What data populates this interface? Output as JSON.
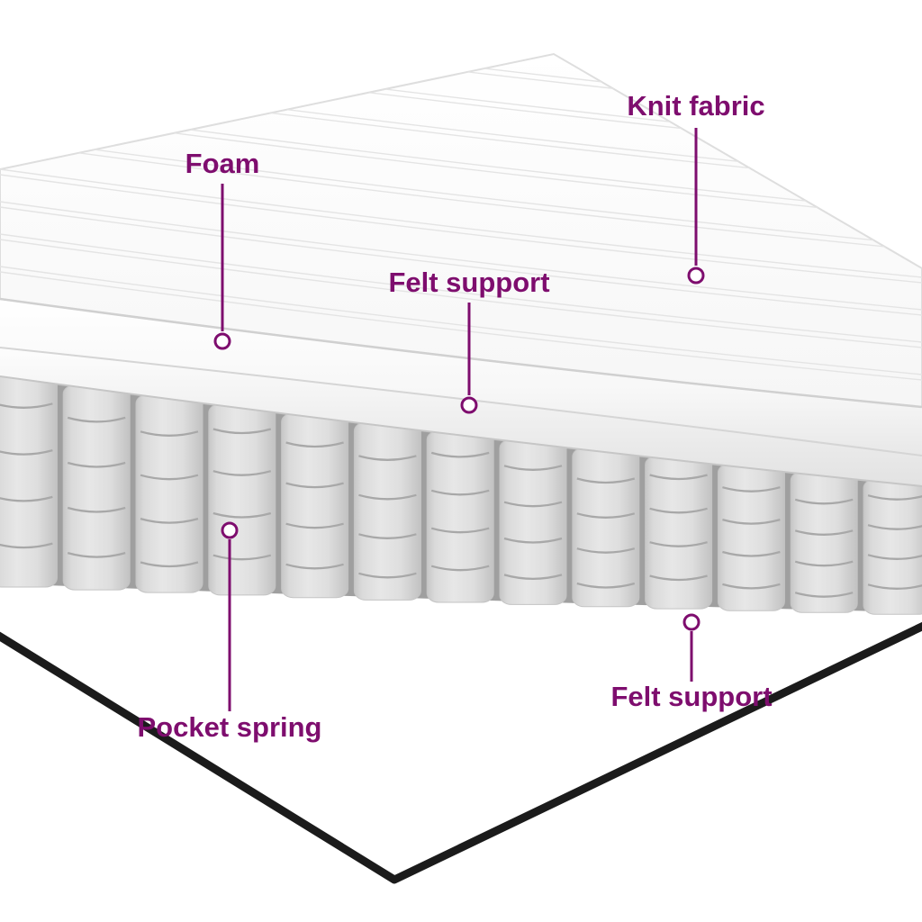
{
  "diagram": {
    "labels": {
      "foam": "Foam",
      "knit_fabric": "Knit fabric",
      "felt_support_top": "Felt support",
      "pocket_spring": "Pocket spring",
      "felt_support_bottom": "Felt support"
    }
  },
  "colors": {
    "label_text": "#7E0D6E",
    "pointer_line": "#7E0D6E",
    "background": "#FFFFFF",
    "spring_body": "#DCDCDC",
    "spring_stripe": "#A8A8A8",
    "spring_gap_shadow": "#9F9F9F",
    "base_outline": "#1B1B1B"
  }
}
